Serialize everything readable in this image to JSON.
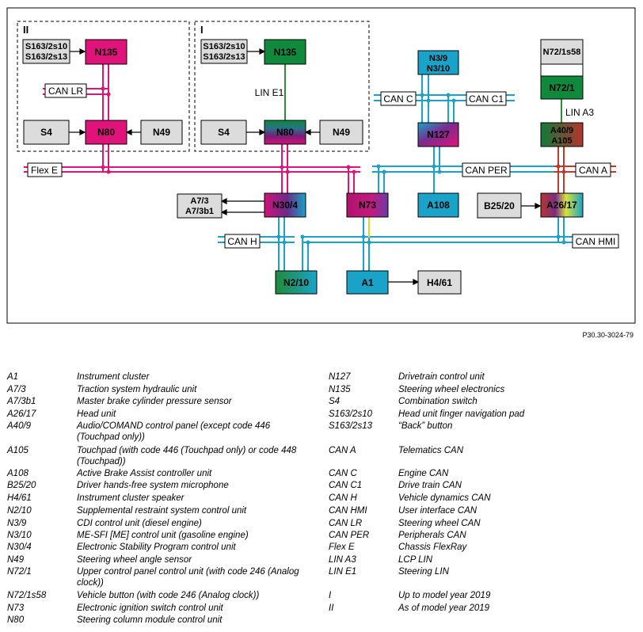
{
  "groups": [
    {
      "id": "II",
      "label": "II"
    },
    {
      "id": "I",
      "label": "I"
    }
  ],
  "nodes": [
    {
      "id": "S163-II",
      "lines": [
        "S163/2s10",
        "S163/2s13"
      ]
    },
    {
      "id": "N135-II",
      "lines": [
        "N135"
      ]
    },
    {
      "id": "S4-II",
      "lines": [
        "S4"
      ]
    },
    {
      "id": "N80-II",
      "lines": [
        "N80"
      ]
    },
    {
      "id": "N49-II",
      "lines": [
        "N49"
      ]
    },
    {
      "id": "S163-I",
      "lines": [
        "S163/2s10",
        "S163/2s13"
      ]
    },
    {
      "id": "N135-I",
      "lines": [
        "N135"
      ]
    },
    {
      "id": "S4-I",
      "lines": [
        "S4"
      ]
    },
    {
      "id": "N80-I",
      "lines": [
        "N80"
      ]
    },
    {
      "id": "N49-I",
      "lines": [
        "N49"
      ]
    },
    {
      "id": "N3",
      "lines": [
        "N3/9",
        "N3/10"
      ]
    },
    {
      "id": "N127",
      "lines": [
        "N127"
      ]
    },
    {
      "id": "N72s58",
      "lines": [
        "N72/1s58"
      ]
    },
    {
      "id": "N72",
      "lines": [
        "N72/1"
      ]
    },
    {
      "id": "A40",
      "lines": [
        "A40/9",
        "A105"
      ]
    },
    {
      "id": "A7",
      "lines": [
        "A7/3",
        "A7/3b1"
      ]
    },
    {
      "id": "N30",
      "lines": [
        "N30/4"
      ]
    },
    {
      "id": "N73",
      "lines": [
        "N73"
      ]
    },
    {
      "id": "A108",
      "lines": [
        "A108"
      ]
    },
    {
      "id": "B25",
      "lines": [
        "B25/20"
      ]
    },
    {
      "id": "A26",
      "lines": [
        "A26/17"
      ]
    },
    {
      "id": "N2",
      "lines": [
        "N2/10"
      ]
    },
    {
      "id": "A1",
      "lines": [
        "A1"
      ]
    },
    {
      "id": "H4",
      "lines": [
        "H4/61"
      ]
    }
  ],
  "bus_labels": [
    {
      "id": "canlr",
      "text": "CAN LR"
    },
    {
      "id": "line1",
      "text": "LIN E1"
    },
    {
      "id": "canc",
      "text": "CAN C"
    },
    {
      "id": "canc1",
      "text": "CAN C1"
    },
    {
      "id": "lina3",
      "text": "LIN A3"
    },
    {
      "id": "flexe",
      "text": "Flex E"
    },
    {
      "id": "canper",
      "text": "CAN PER"
    },
    {
      "id": "cana",
      "text": "CAN A"
    },
    {
      "id": "canh",
      "text": "CAN H"
    },
    {
      "id": "canhmi",
      "text": "CAN HMI"
    }
  ],
  "reference": "P30.30-3024-79",
  "legend_left": [
    {
      "code": "A1",
      "desc": [
        "Instrument cluster"
      ]
    },
    {
      "code": "A7/3",
      "desc": [
        "Traction system hydraulic unit"
      ]
    },
    {
      "code": "A7/3b1",
      "desc": [
        "Master brake cylinder pressure sensor"
      ]
    },
    {
      "code": "A26/17",
      "desc": [
        "Head unit"
      ]
    },
    {
      "code": "A40/9",
      "desc": [
        "Audio/COMAND control panel (except code 446",
        "(Touchpad only))"
      ]
    },
    {
      "code": "A105",
      "desc": [
        "Touchpad (with code 446 (Touchpad only) or code 448",
        "(Touchpad))"
      ]
    },
    {
      "code": "A108",
      "desc": [
        "Active Brake Assist controller unit"
      ]
    },
    {
      "code": "B25/20",
      "desc": [
        "Driver hands-free system microphone"
      ]
    },
    {
      "code": "H4/61",
      "desc": [
        "Instrument cluster speaker"
      ]
    },
    {
      "code": "N2/10",
      "desc": [
        "Supplemental restraint system control unit"
      ]
    },
    {
      "code": "N3/9",
      "desc": [
        "CDI control unit (diesel engine)"
      ]
    },
    {
      "code": "N3/10",
      "desc": [
        "ME-SFI [ME] control unit (gasoline engine)"
      ]
    },
    {
      "code": "N30/4",
      "desc": [
        "Electronic Stability Program control unit"
      ]
    },
    {
      "code": "N49",
      "desc": [
        "Steering wheel angle sensor"
      ]
    },
    {
      "code": "N72/1",
      "desc": [
        "Upper control panel control unit (with code 246 (Analog",
        "clock))"
      ]
    },
    {
      "code": "N72/1s58",
      "desc": [
        "Vehicle button (with code 246 (Analog clock))"
      ]
    },
    {
      "code": "N73",
      "desc": [
        "Electronic ignition switch control unit"
      ]
    },
    {
      "code": "N80",
      "desc": [
        "Steering column module control unit"
      ]
    }
  ],
  "legend_right": [
    {
      "code": "N127",
      "desc": [
        "Drivetrain control unit"
      ]
    },
    {
      "code": "N135",
      "desc": [
        "Steering wheel electronics"
      ]
    },
    {
      "code": "S4",
      "desc": [
        "Combination switch"
      ]
    },
    {
      "code": "S163/2s10",
      "desc": [
        "Head unit finger navigation pad"
      ]
    },
    {
      "code": "S163/2s13",
      "desc": [
        "“Back” button"
      ]
    },
    {
      "code": "CAN A",
      "desc": [
        "Telematics CAN"
      ]
    },
    {
      "code": "CAN C",
      "desc": [
        "Engine CAN"
      ]
    },
    {
      "code": "CAN C1",
      "desc": [
        "Drive train CAN"
      ]
    },
    {
      "code": "CAN H",
      "desc": [
        "Vehicle dynamics CAN"
      ]
    },
    {
      "code": "CAN HMI",
      "desc": [
        "User interface CAN"
      ]
    },
    {
      "code": "CAN LR",
      "desc": [
        "Steering wheel CAN"
      ]
    },
    {
      "code": "CAN PER",
      "desc": [
        "Peripherals CAN"
      ]
    },
    {
      "code": "Flex E",
      "desc": [
        "Chassis FlexRay"
      ]
    },
    {
      "code": "LIN A3",
      "desc": [
        "LCP LIN"
      ]
    },
    {
      "code": "LIN E1",
      "desc": [
        "Steering LIN"
      ]
    },
    {
      "code": "I",
      "desc": [
        "Up to model year 2019"
      ]
    },
    {
      "code": "II",
      "desc": [
        "As of model year 2019"
      ]
    }
  ],
  "colors": {
    "flexray": "#e0137b",
    "can": "#1aa3c8",
    "lin": "#2e8b3c",
    "lin_a3": "#c0392b",
    "node_gray": "#dcdcdc",
    "frame": "#000000"
  }
}
